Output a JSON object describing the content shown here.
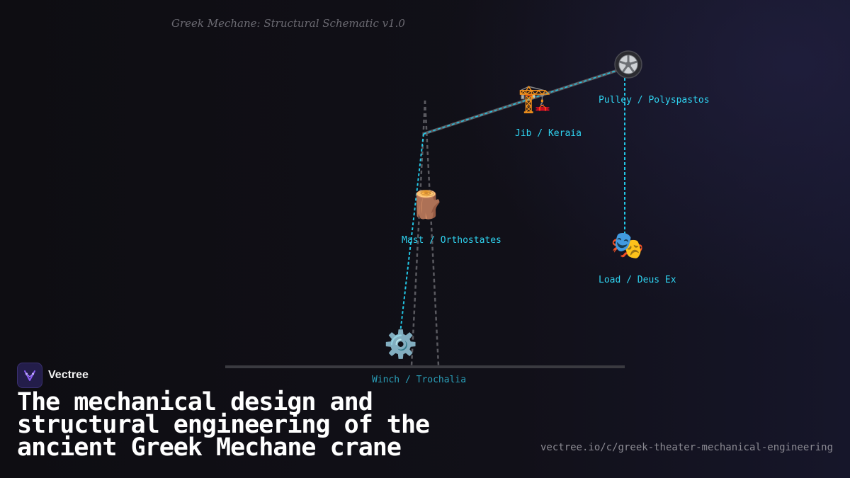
{
  "diagram": {
    "title": "Greek Mechane: Structural Schematic v1.0",
    "nodes": {
      "pulley": {
        "label": "Pulley / Polyspastos",
        "icon": "pulley-wheel-icon"
      },
      "jib": {
        "label": "Jib / Keraia",
        "icon": "crane-icon"
      },
      "mast": {
        "label": "Mast / Orthostates",
        "icon": "log-icon"
      },
      "load": {
        "label": "Load / Deus Ex",
        "icon": "theater-masks-icon"
      },
      "winch": {
        "label": "Winch / Trochalia",
        "icon": "gear-icon"
      }
    },
    "glyphs": {
      "jib": "🏗️",
      "mast": "🪵",
      "load": "🎭",
      "winch": "⚙️"
    },
    "colors": {
      "rope": "#22c7e6",
      "timber": "#5a5a60",
      "ground": "#3a3a40",
      "label": "#2fd3f0"
    }
  },
  "brand": {
    "name": "Vectree"
  },
  "headline": {
    "lines": [
      "The mechanical design and",
      "structural engineering of the",
      "ancient Greek Mechane crane"
    ]
  },
  "footer": {
    "url": "vectree.io/c/greek-theater-mechanical-engineering"
  }
}
